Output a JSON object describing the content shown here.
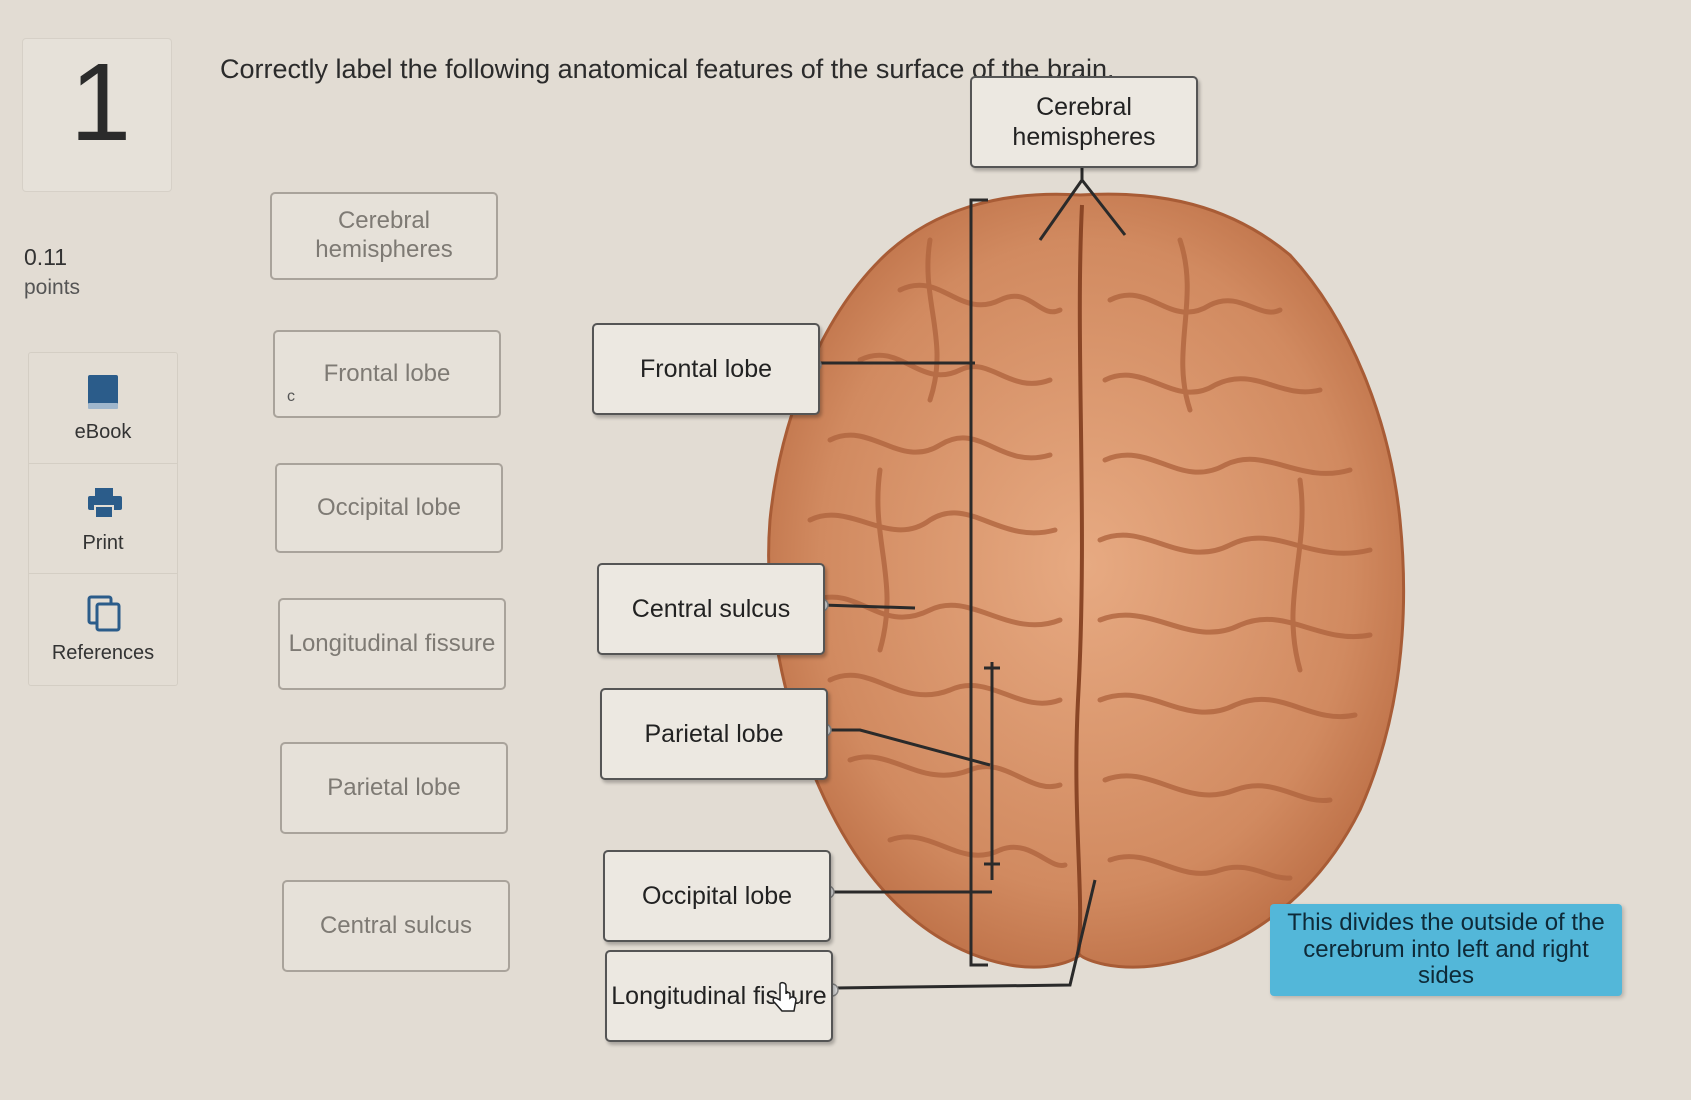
{
  "question": {
    "number": "1",
    "points_value": "0.11",
    "points_label": "points",
    "prompt": "Correctly label the following anatomical features of the surface of the brain."
  },
  "tools": [
    {
      "label": "eBook",
      "icon": "book-icon"
    },
    {
      "label": "Print",
      "icon": "printer-icon"
    },
    {
      "label": "References",
      "icon": "copy-pages-icon"
    }
  ],
  "label_bank": [
    "Cerebral hemispheres",
    "Frontal lobe",
    "Occipital lobe",
    "Longitudinal fissure",
    "Parietal lobe",
    "Central sulcus"
  ],
  "placed_labels": {
    "top": "Cerebral hemispheres",
    "frontal": "Frontal lobe",
    "central": "Central sulcus",
    "parietal": "Parietal lobe",
    "occipital": "Occipital lobe",
    "longitudinal": "Longitudinal fissure"
  },
  "tooltip": "This divides the outside of the cerebrum into left and right sides",
  "colors": {
    "background": "#e2dcd3",
    "brain": "#d9946b",
    "brain_dark": "#b5653f",
    "tooltip": "#53b7d9"
  }
}
